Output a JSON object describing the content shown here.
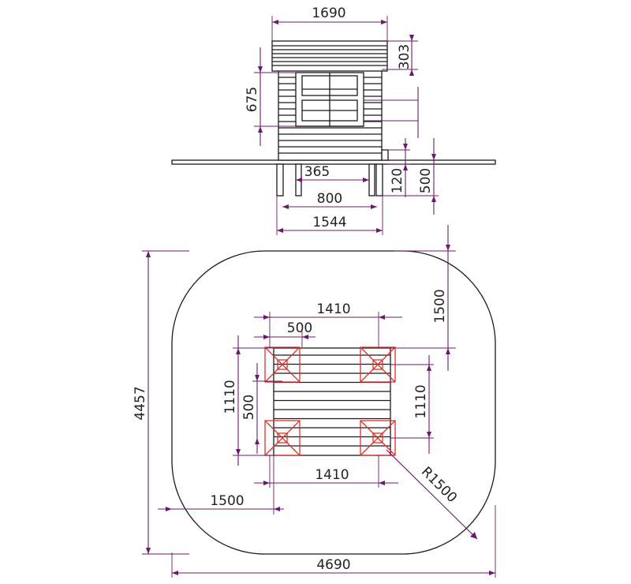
{
  "colors": {
    "dimension": "#6b1a6b",
    "outline": "#1a1a1a",
    "footprint": "#d9342b",
    "background": "#ffffff"
  },
  "front_view": {
    "roof_width": "1690",
    "roof_height": "303",
    "window_height": "675",
    "gap": "365",
    "step_height": "120",
    "deck_height": "500",
    "leg_spacing": "800",
    "base_width": "1544"
  },
  "plan_view": {
    "post_span_top": "1410",
    "post_offset_top": "500",
    "clearance_top": "1500",
    "post_span_left": "1110",
    "post_offset_left": "500",
    "post_span_right": "1110",
    "post_span_bottom": "1410",
    "clearance_left": "1500",
    "corner_radius": "R1500",
    "overall_depth": "4457",
    "overall_width": "4690"
  }
}
